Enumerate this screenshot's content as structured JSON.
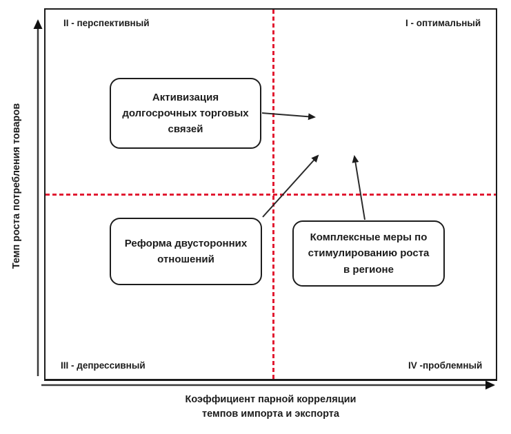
{
  "diagram": {
    "title_hint": "strategy quadrant matrix",
    "y_axis_label": "Темп роста потребления товаров",
    "x_axis_label": "Коэффициент парной корреляции\nтемпов импорта и экспорта",
    "quadrants": {
      "q1": "I - оптимальный",
      "q2": "II - перспективный",
      "q3": "III - депрессивный",
      "q4": "IV -проблемный"
    },
    "nodes": [
      {
        "id": "activation",
        "text": "Активизация долгосрочных торговых связей"
      },
      {
        "id": "reform",
        "text": "Реформа двусторонних отношений"
      },
      {
        "id": "complex",
        "text": "Комплексные меры по стимулированию роста в регионе"
      }
    ],
    "colors": {
      "divider_red": "#e11931",
      "line_black": "#1c1c1c",
      "background": "#ffffff"
    }
  }
}
